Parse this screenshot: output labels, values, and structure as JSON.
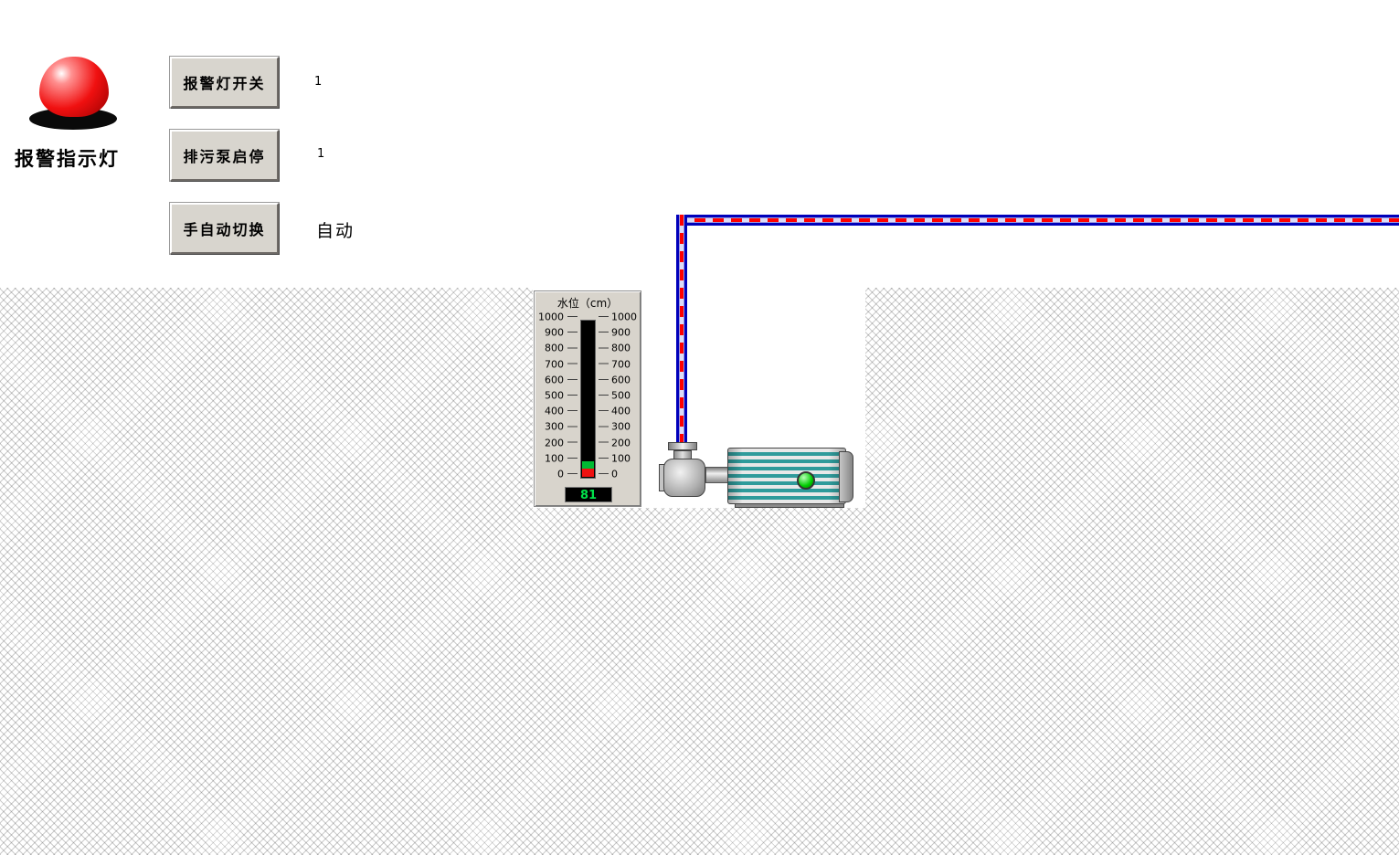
{
  "alarm": {
    "label": "报警指示灯"
  },
  "controls": {
    "buttons": [
      {
        "label": "报警灯开关",
        "value": "1"
      },
      {
        "label": "排污泵启停",
        "value": "1"
      },
      {
        "label": "手自动切换",
        "value": "自动"
      }
    ]
  },
  "gauge": {
    "title": "水位（cm）",
    "min": 0,
    "max": 1000,
    "value": 81,
    "display": "81",
    "ticks": [
      "1000",
      "900",
      "800",
      "700",
      "600",
      "500",
      "400",
      "300",
      "200",
      "100",
      "0"
    ]
  },
  "pump": {
    "status_color": "#00cc00"
  },
  "pipe": {
    "body_color": "#0000bb",
    "dash_color": "#ff0000"
  }
}
